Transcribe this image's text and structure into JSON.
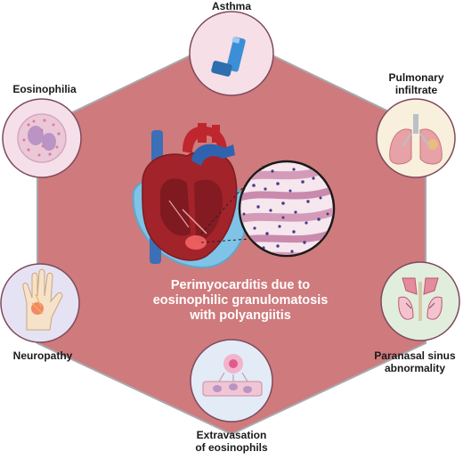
{
  "center_title": [
    "Perimyocarditis due to",
    "eosinophilic granulomatosis",
    "with polyangiitis"
  ],
  "nodes": {
    "asthma": "Asthma",
    "eosinophilia": "Eosinophilia",
    "pulmonary_infiltrate": [
      "Pulmonary",
      "infiltrate"
    ],
    "neuropathy": "Neuropathy",
    "paranasal_sinus": [
      "Paranasal sinus",
      "abnormality"
    ],
    "extravasation": [
      "Extravasation",
      "of eosinophils"
    ]
  },
  "colors": {
    "hexagon_fill": "#cf7a7c",
    "hexagon_border": "#a8a8ae",
    "asthma_circle": "#f6dfe6",
    "eosinophilia_circle": "#f5e0ea",
    "pulmonary_circle": "#f8f0dc",
    "neuropathy_circle": "#e5e2f3",
    "paranasal_circle": "#e1eedd",
    "extravasation_circle": "#e2ebf6",
    "circle_border": "#7e4a5e"
  }
}
